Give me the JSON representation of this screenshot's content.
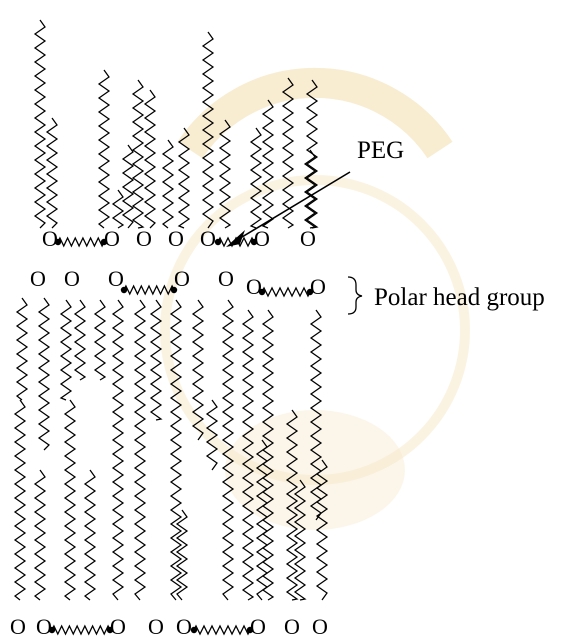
{
  "labels": {
    "peg": "PEG",
    "polar_head_group": "Polar head group",
    "head_symbol": "O"
  },
  "colors": {
    "line": "#000000",
    "background": "#ffffff",
    "watermark": "#f3dcab"
  }
}
